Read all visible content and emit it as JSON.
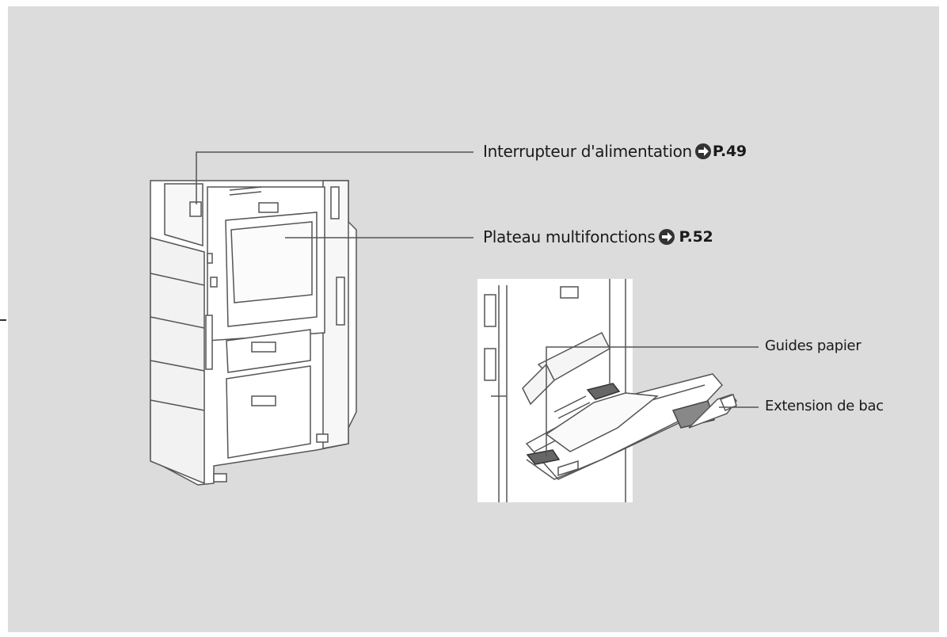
{
  "callouts": {
    "power_switch": {
      "label": "Interrupteur d'alimentation",
      "page_ref": "P.49"
    },
    "multi_tray": {
      "label": "Plateau multifonctions",
      "page_ref": "P.52"
    },
    "paper_guides": {
      "label": "Guides papier"
    },
    "tray_extension": {
      "label": "Extension de bac"
    }
  },
  "colors": {
    "panel_bg": "#dcdcdc",
    "machine_fill": "#ffffff",
    "line": "#555555",
    "badge": "#333333"
  }
}
